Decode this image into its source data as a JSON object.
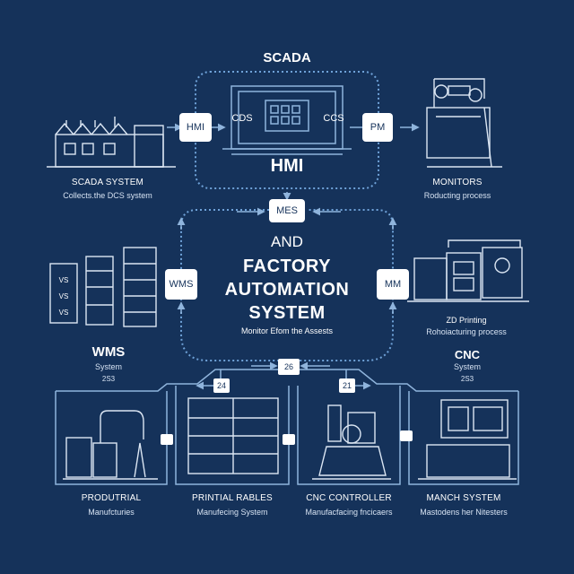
{
  "diagram": {
    "top_title": "SCADA",
    "hmi_left_tag": "HMI",
    "dcs_left": "CDS",
    "dcs_right": "CCS",
    "pm_tag": "PM",
    "hmi_big": "HMI",
    "scada_system_title": "SCADA SYSTEM",
    "scada_system_sub": "Collects.the DCS system",
    "monitors_title": "MONITORS",
    "monitors_sub": "Roducting process",
    "mes_tag": "MES",
    "and_text": "AND",
    "center_line1": "FACTORY",
    "center_line2": "AUTOMATION",
    "center_line3": "SYSTEM",
    "center_sub": "Monitor Efom the Assests",
    "wms_tag": "WMS",
    "mm_tag": "MM",
    "vs_label": "VS",
    "printing_title": "ZD Printing",
    "printing_sub": "Rohoiacturing process",
    "wms_title": "WMS",
    "wms_sub": "System",
    "wms_code": "2S3",
    "cnc_title": "CNC",
    "cnc_sub": "System",
    "cnc_code": "2S3",
    "node_26": "26",
    "node_24": "24",
    "node_21": "21",
    "b1_title": "PRODUTRIAL",
    "b1_sub": "Manufcturies",
    "b2_title": "PRINTIAL RABLES",
    "b2_sub": "Manufecing System",
    "b3_title": "CNC CONTROLLER",
    "b3_sub": "Manufacfacing fncicaers",
    "b4_title": "MANCH SYSTEM",
    "b4_sub": "Mastodens her Nitesters"
  },
  "colors": {
    "background": "#15325a",
    "line": "#8fb4dc",
    "dotted": "#6fa2d8",
    "white": "#ffffff"
  }
}
